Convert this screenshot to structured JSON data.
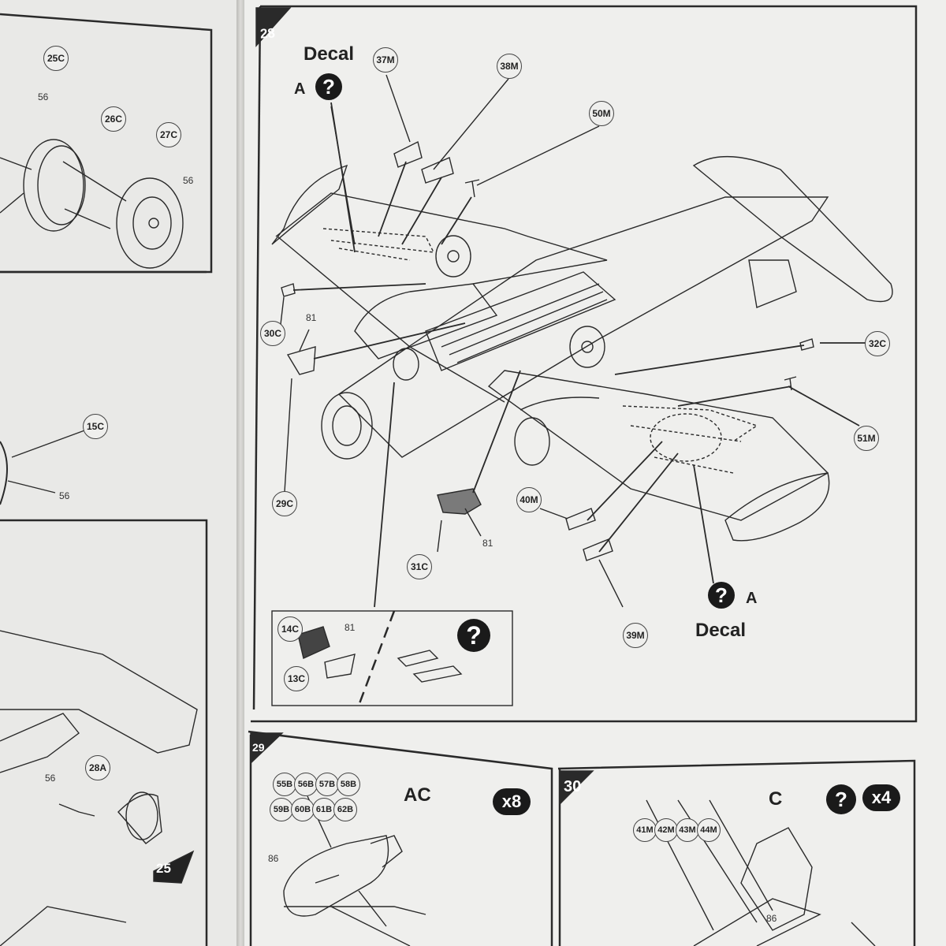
{
  "left_page": {
    "labels": {
      "p25c": "25C",
      "p26c": "26C",
      "p27c": "27C",
      "p15c": "15C",
      "p28a": "28A"
    },
    "plain": {
      "n56a": "56",
      "n56b": "56",
      "n56c": "56",
      "n56d": "56"
    },
    "step_tab": "25"
  },
  "step28": {
    "number": "28",
    "decal_top": {
      "word": "Decal",
      "letter": "A"
    },
    "decal_bottom": {
      "word": "Decal",
      "letter": "A"
    },
    "parts": {
      "p37m": "37M",
      "p38m": "38M",
      "p50m": "50M",
      "p30c": "30C",
      "p32c": "32C",
      "p51m": "51M",
      "p29c": "29C",
      "p40m": "40M",
      "p31c": "31C",
      "p39m": "39M"
    },
    "plain": {
      "n81a": "81",
      "n81b": "81"
    },
    "inset": {
      "p14c": "14C",
      "p13c": "13C",
      "n81": "81"
    },
    "question": "?"
  },
  "step29": {
    "number": "29",
    "variant": "AC",
    "multiplier": "x8",
    "parts_row1": [
      "55B",
      "56B",
      "57B",
      "58B"
    ],
    "parts_row2": [
      "59B",
      "60B",
      "61B",
      "62B"
    ],
    "n86": "86"
  },
  "step30": {
    "number": "30",
    "variant": "C",
    "question": "?",
    "multiplier": "x4",
    "parts": [
      "41M",
      "42M",
      "43M",
      "44M"
    ],
    "n86": "86"
  }
}
